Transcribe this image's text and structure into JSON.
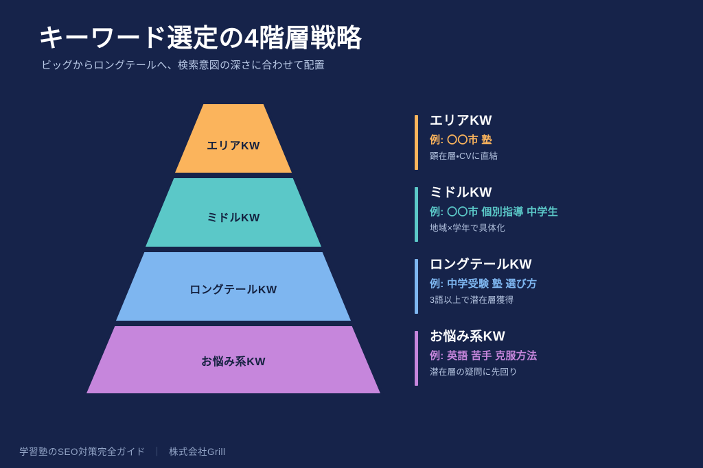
{
  "background_color": "#16234a",
  "header": {
    "title": "キーワード選定の4階層戦略",
    "subtitle": "ビッグからロングテールへ、検索意図の深さに合わせて配置"
  },
  "pyramid": {
    "tiers": [
      {
        "label": "エリアKW",
        "color": "#fbb45c",
        "text_color": "#14213f"
      },
      {
        "label": "ミドルKW",
        "color": "#5bc8c8",
        "text_color": "#14213f"
      },
      {
        "label": "ロングテールKW",
        "color": "#7eb6f0",
        "text_color": "#14213f"
      },
      {
        "label": "お悩み系KW",
        "color": "#c686dc",
        "text_color": "#14213f"
      }
    ]
  },
  "legend": {
    "items": [
      {
        "title": "エリアKW",
        "example": "例: 〇〇市 塾",
        "note": "顕在層・CVに直結",
        "accent": "#fbb45c"
      },
      {
        "title": "ミドルKW",
        "example": "例: 〇〇市 個別指導 中学生",
        "note": "地域×学年で具体化",
        "accent": "#5bc8c8"
      },
      {
        "title": "ロングテールKW",
        "example": "例: 中学受験 塾 選び方",
        "note": "3語以上で潜在層獲得",
        "accent": "#7eb6f0"
      },
      {
        "title": "お悩み系KW",
        "example": "例: 英語 苦手 克服方法",
        "note": "潜在層の疑問に先回り",
        "accent": "#c686dc"
      }
    ]
  },
  "footer": {
    "left_text": "学習塾のSEO対策完全ガイド",
    "separator": "｜",
    "right_text": "株式会社Grill"
  }
}
